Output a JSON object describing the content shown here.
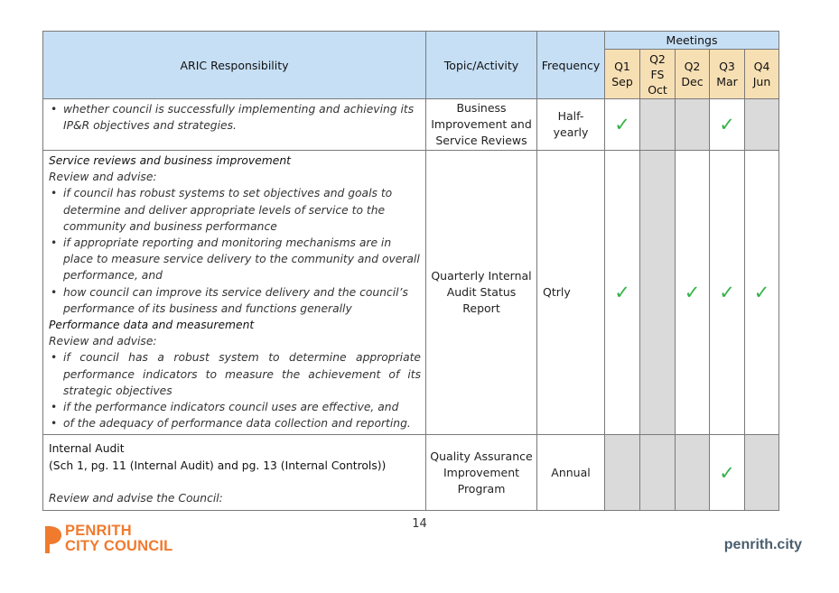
{
  "header": {
    "responsibility": "ARIC Responsibility",
    "topic": "Topic/Activity",
    "frequency": "Frequency",
    "meetings": "Meetings",
    "quarters": [
      {
        "q": "Q1",
        "a": "Sep",
        "b": ""
      },
      {
        "q": "Q2",
        "a": "FS",
        "b": "Oct"
      },
      {
        "q": "Q2",
        "a": "Dec",
        "b": ""
      },
      {
        "q": "Q3",
        "a": "Mar",
        "b": ""
      },
      {
        "q": "Q4",
        "a": "Jun",
        "b": ""
      }
    ]
  },
  "rows": [
    {
      "bullet": "whether council is successfully implementing and achieving its IP&R objectives and strategies.",
      "topic": [
        "Business",
        "Improvement and",
        "Service Reviews"
      ],
      "frequency": [
        "Half-",
        "yearly"
      ],
      "tick": "✓"
    },
    {
      "section1_title": "Service reviews and business improvement",
      "section1_lead": "Review and advise:",
      "section1_bullets": [
        "if council has robust systems to set objectives and goals to determine and deliver appropriate levels of service to the community and business performance",
        "if appropriate reporting and monitoring mechanisms are in place to measure service delivery to the community and overall performance, and",
        "how council can improve its service delivery and the council’s performance of its business and functions generally"
      ],
      "section2_title": "Performance data and measurement",
      "section2_lead": "Review and advise:",
      "section2_bullets": [
        "if council has a robust system to determine appropriate performance indicators to measure the achievement of its strategic objectives",
        "if the performance indicators council uses are effective, and",
        "of the adequacy of performance data collection and reporting."
      ],
      "topic": [
        "Quarterly Internal",
        "Audit Status",
        "Report"
      ],
      "frequency": "Qtrly",
      "tick": "✓"
    },
    {
      "title": "Internal Audit",
      "subtitle": "(Sch 1, pg. 11 (Internal Audit) and pg. 13 (Internal Controls))",
      "lead": "Review and advise the Council:",
      "topic": [
        "Quality Assurance",
        "Improvement",
        "Program"
      ],
      "frequency": "Annual",
      "tick": "✓"
    }
  ],
  "footer": {
    "page_number": "14",
    "logo_line1": "PENRITH",
    "logo_line2": "CITY COUNCIL",
    "site": "penrith.city",
    "brand_color": "#f07a2e"
  }
}
